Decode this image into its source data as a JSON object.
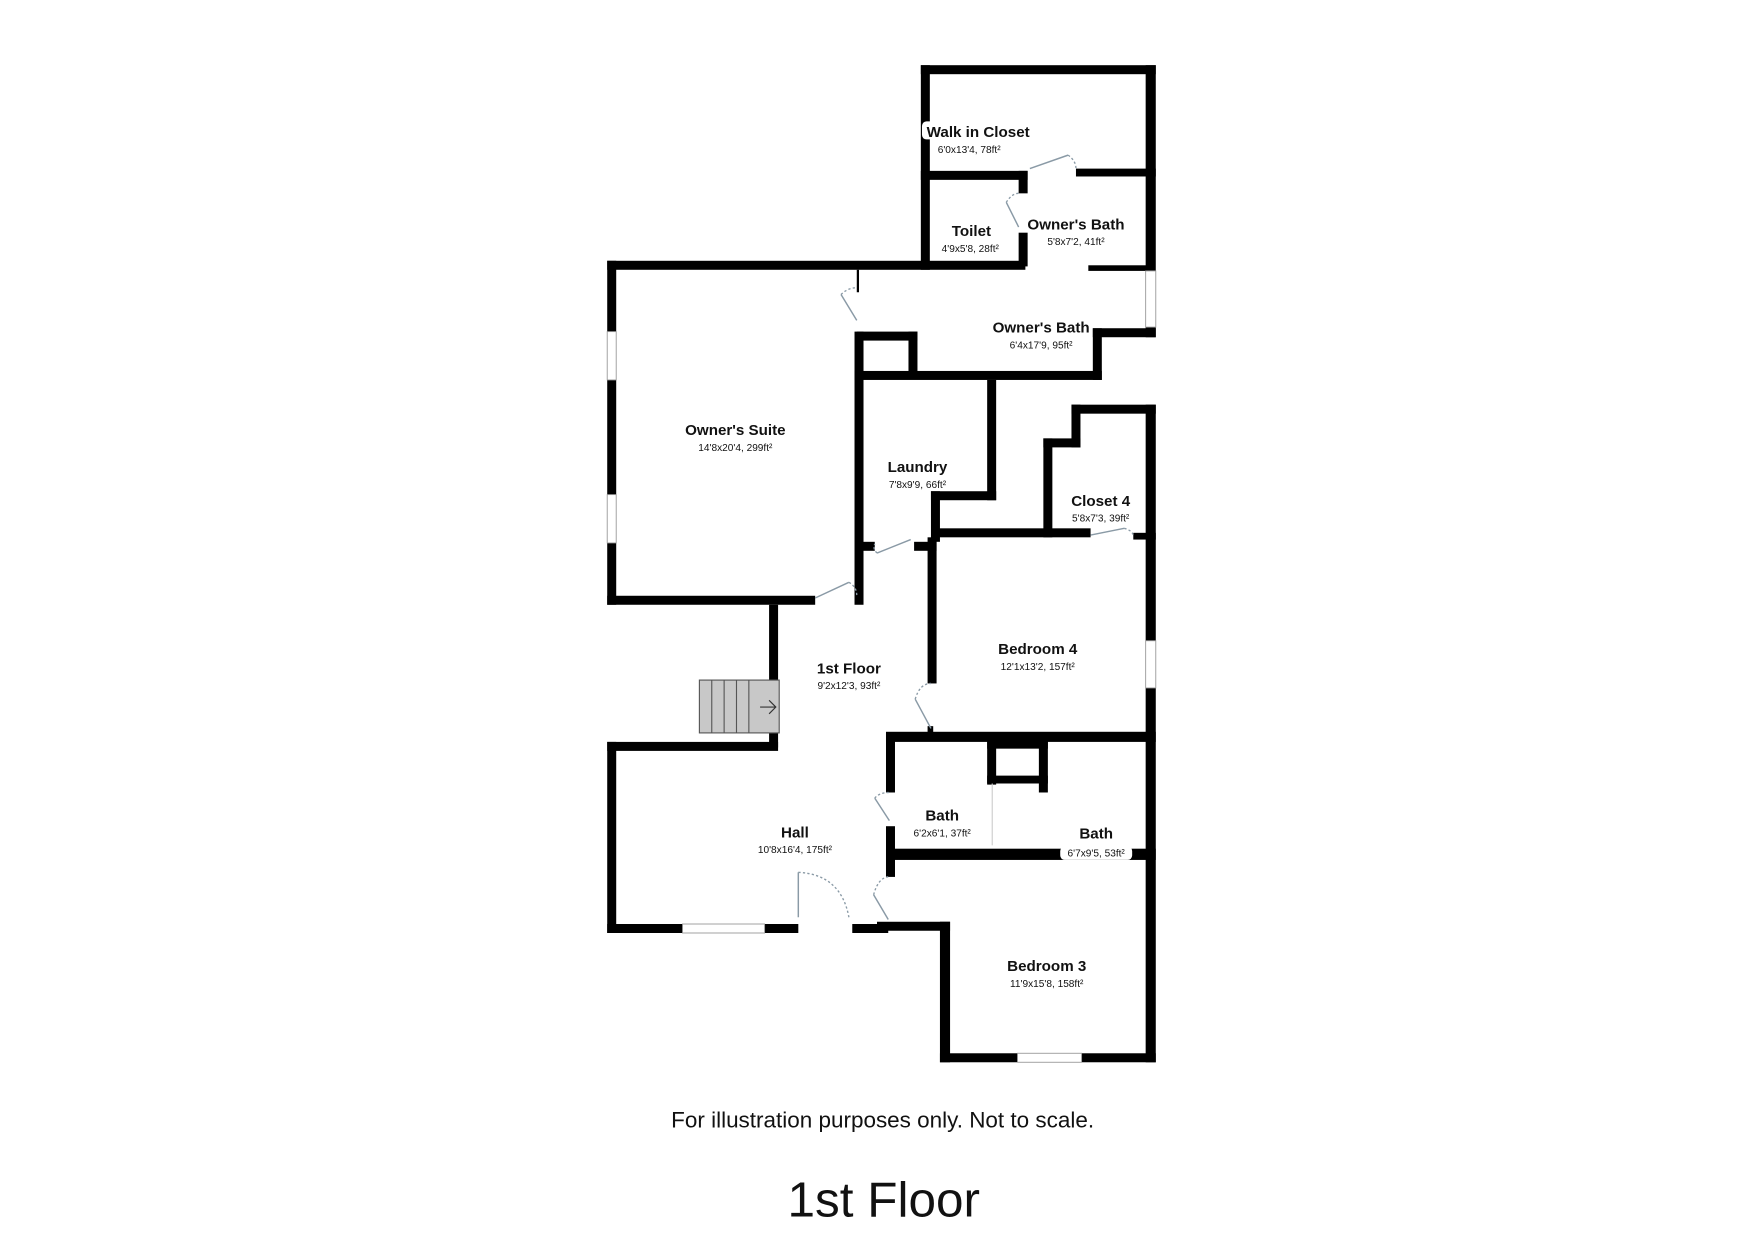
{
  "floor_plan": {
    "rooms": [
      {
        "name": "Walk in Closet",
        "dims": "6'0x13'4, 78ft²"
      },
      {
        "name": "Toilet",
        "dims": "4'9x5'8, 28ft²"
      },
      {
        "name": "Owner's Bath",
        "dims": "5'8x7'2, 41ft²"
      },
      {
        "name": "Owner's Bath",
        "dims": "6'4x17'9, 95ft²"
      },
      {
        "name": "Owner's Suite",
        "dims": "14'8x20'4, 299ft²"
      },
      {
        "name": "Laundry",
        "dims": "7'8x9'9, 66ft²"
      },
      {
        "name": "Closet 4",
        "dims": "5'8x7'3, 39ft²"
      },
      {
        "name": "1st Floor",
        "dims": "9'2x12'3, 93ft²"
      },
      {
        "name": "Bedroom 4",
        "dims": "12'1x13'2, 157ft²"
      },
      {
        "name": "Bath",
        "dims": "6'2x6'1, 37ft²"
      },
      {
        "name": "Bath",
        "dims": "6'7x9'5, 53ft²"
      },
      {
        "name": "Hall",
        "dims": "10'8x16'4, 175ft²"
      },
      {
        "name": "Bedroom 3",
        "dims": "11'9x15'8, 158ft²"
      }
    ],
    "wall_color": "#000000",
    "stairs_color": "#c8c8c8",
    "stairs_icon": "arrow-right-icon"
  },
  "disclaimer": "For illustration purposes only. Not to scale.",
  "title": "1st Floor"
}
